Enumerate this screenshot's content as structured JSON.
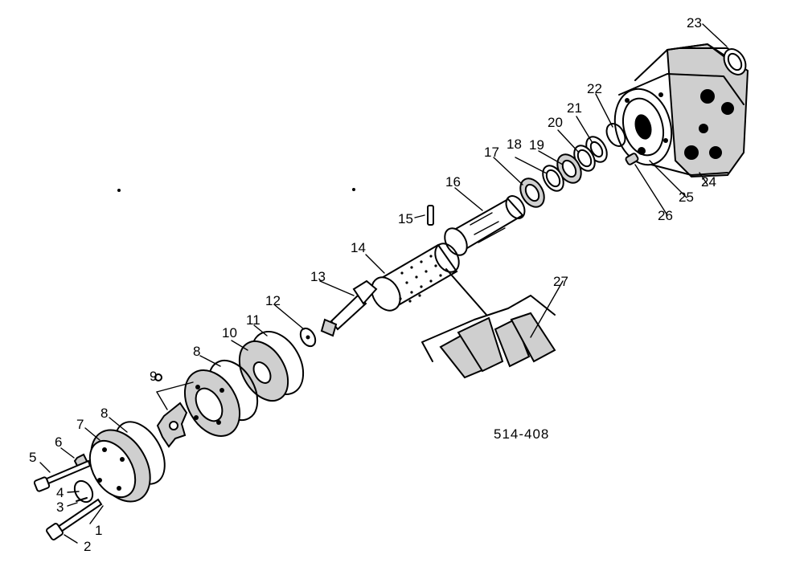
{
  "diagram_code": "514-408",
  "callouts": {
    "c1": "1",
    "c2": "2",
    "c3": "3",
    "c4": "4",
    "c5": "5",
    "c6": "6",
    "c7": "7",
    "c8a": "8",
    "c8b": "8",
    "c9": "9",
    "c10": "10",
    "c11": "11",
    "c12": "12",
    "c13": "13",
    "c14": "14",
    "c15": "15",
    "c16": "16",
    "c17": "17",
    "c18": "18",
    "c19": "19",
    "c20": "20",
    "c21": "21",
    "c22": "22",
    "c23": "23",
    "c24": "24",
    "c25": "25",
    "c26": "26",
    "c27": "27"
  }
}
